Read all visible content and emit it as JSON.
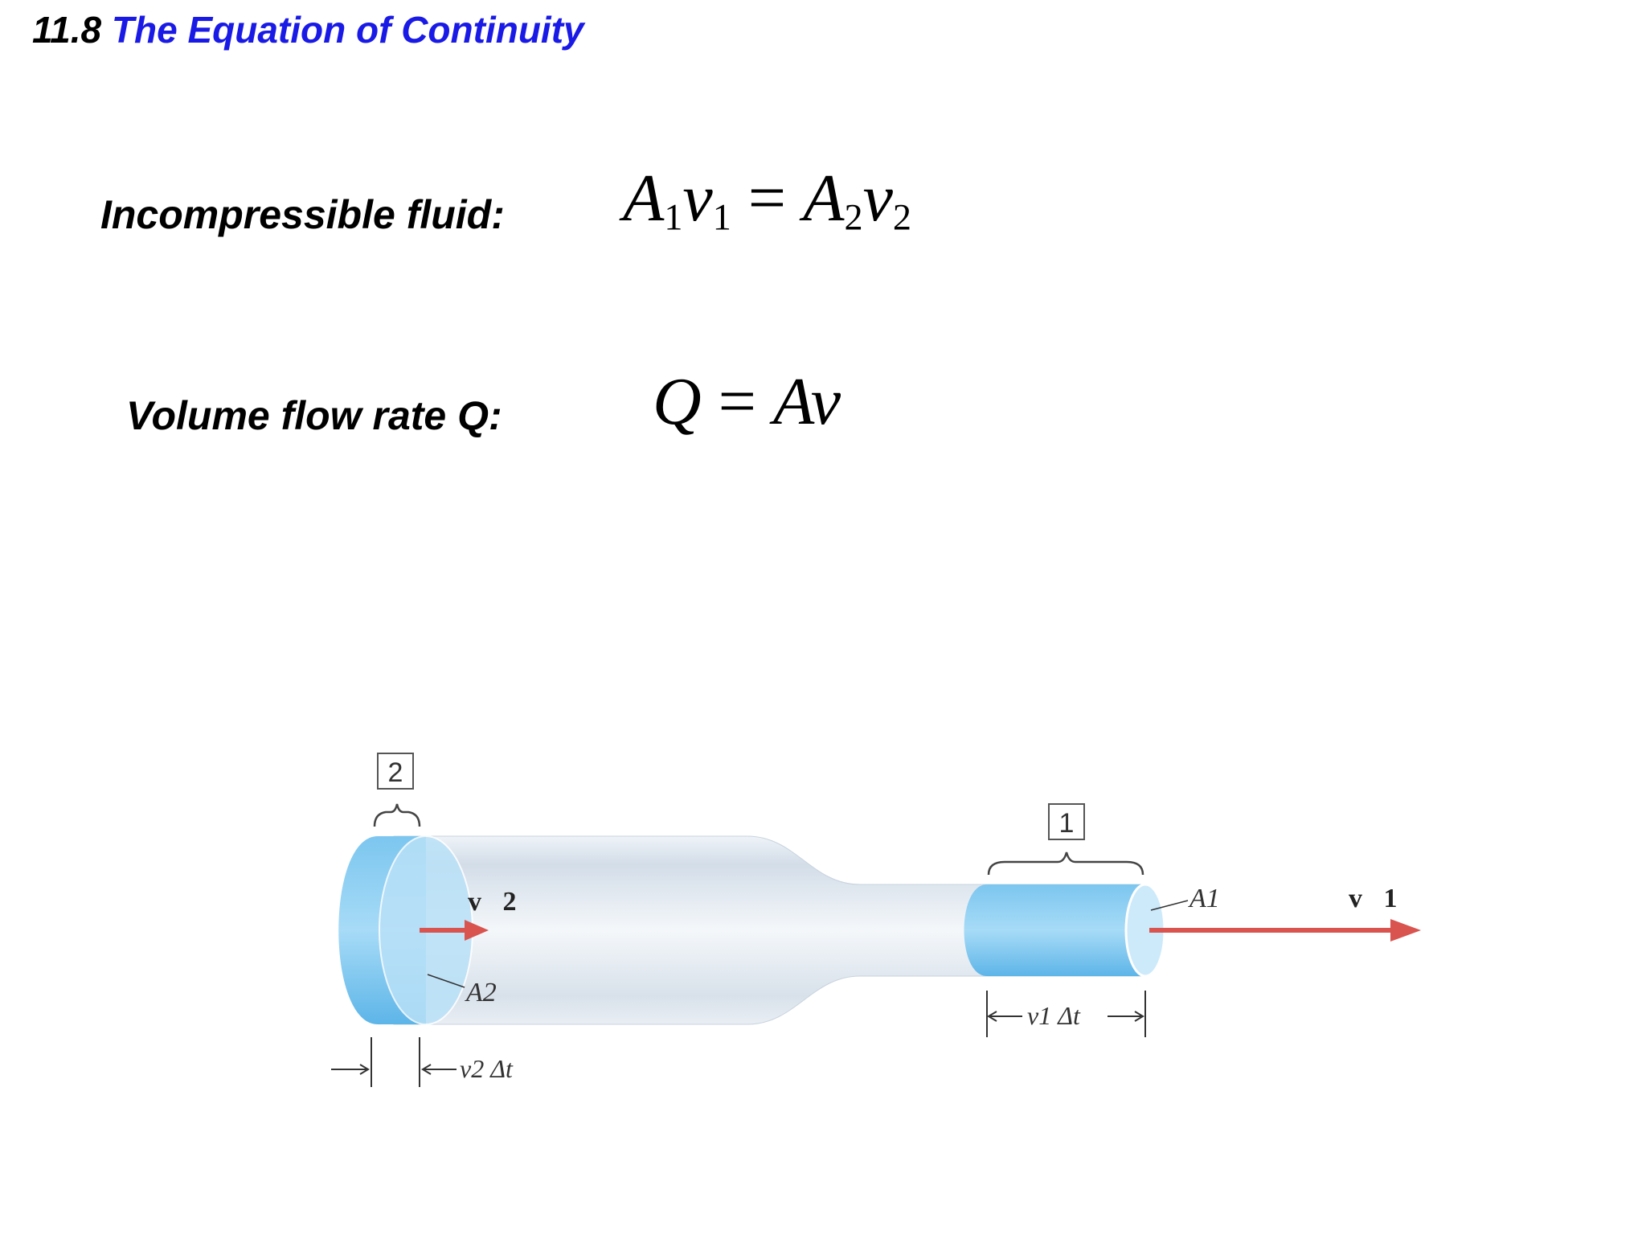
{
  "slide": {
    "number": "11.8",
    "title": "The Equation of Continuity"
  },
  "rows": {
    "incompressible_label": "Incompressible fluid:",
    "flow_rate_label": "Volume flow rate Q:"
  },
  "equations": {
    "continuity": {
      "a1": "A",
      "s1": "1",
      "v1": "v",
      "s2": "1",
      "eq": "=",
      "a2": "A",
      "s3": "2",
      "v2": "v",
      "s4": "2"
    },
    "flow": {
      "q": "Q",
      "eq": "=",
      "rhs": "Av"
    }
  },
  "diagram": {
    "region2_label": "2",
    "region1_label": "1",
    "v2_vector": "v⃗2",
    "v1_vector": "v⃗1",
    "a2_label": "A2",
    "a1_label": "A1",
    "v2dt_label": "v2 Δt",
    "v1dt_label": "v1 Δt",
    "colors": {
      "tube": "#dfe7ef",
      "fluid": "#5fb8ea",
      "fluid_light": "#a9d8f5",
      "arrow": "#d9534f",
      "title_blue": "#1a1ae6"
    }
  }
}
